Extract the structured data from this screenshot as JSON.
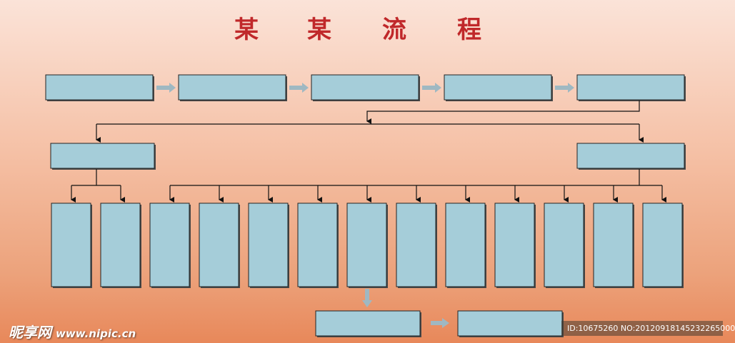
{
  "title": {
    "chars": [
      "某",
      "某",
      "流",
      "程"
    ]
  },
  "watermark": {
    "logo": "昵享网",
    "url": "www.nipic.cn",
    "id_text": "ID:10675260 NO:20120918145232265000"
  },
  "colors": {
    "title": "#c0282a",
    "box_fill": "#a5cdd9",
    "connector": "#111111",
    "gray_arrow": "#9fb8c2"
  }
}
